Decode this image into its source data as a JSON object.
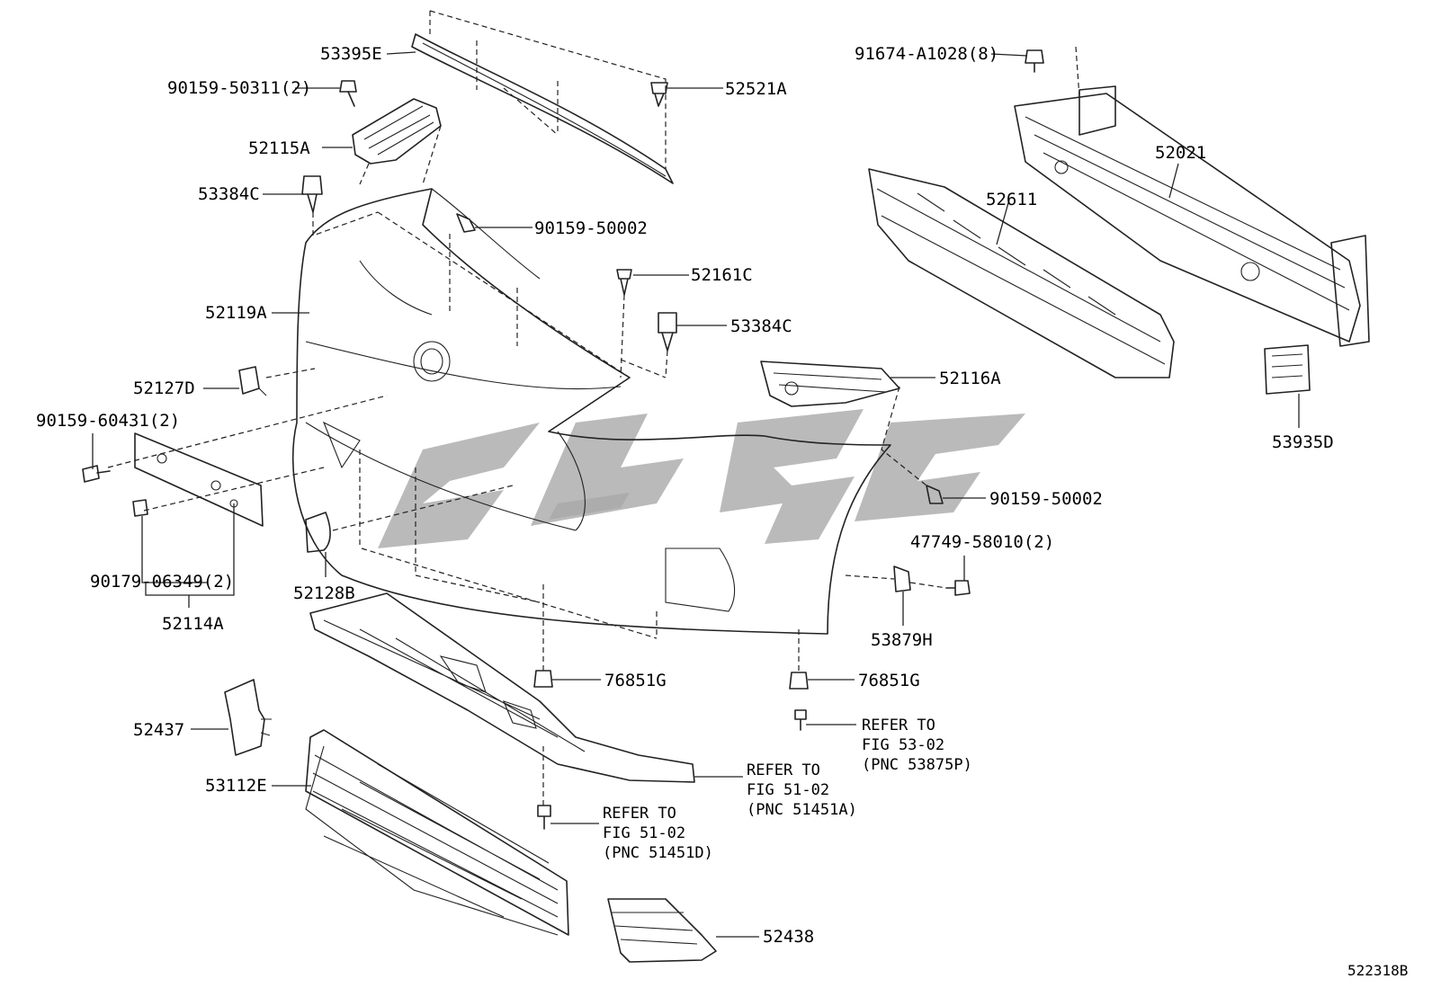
{
  "diagram": {
    "code": "522318B",
    "labels": {
      "p53395E": "53395E",
      "p90159_50311": "90159-50311(2)",
      "p52521A": "52521A",
      "p52115A": "52115A",
      "p53384C_left": "53384C",
      "p90159_50002_top": "90159-50002",
      "p52161C": "52161C",
      "p53384C_right": "53384C",
      "p52119A": "52119A",
      "p52127D": "52127D",
      "p90159_60431": "90159-60431(2)",
      "p90179_06349": "90179-06349(2)",
      "p52114A": "52114A",
      "p52128B": "52128B",
      "p52437": "52437",
      "p53112E": "53112E",
      "p76851G_left": "76851G",
      "p76851G_right": "76851G",
      "p52438": "52438",
      "p91674_A1028": "91674-A1028(8)",
      "p52021": "52021",
      "p52611": "52611",
      "p52116A": "52116A",
      "p53935D": "53935D",
      "p90159_50002_right": "90159-50002",
      "p47749_58010": "47749-58010(2)",
      "p53879H": "53879H"
    },
    "references": {
      "fig5302": [
        "REFER TO",
        "FIG 53-02",
        "(PNC 53875P)"
      ],
      "fig5102a": [
        "REFER TO",
        "FIG 51-02",
        "(PNC 51451A)"
      ],
      "fig5102d": [
        "REFER TO",
        "FIG 51-02",
        "(PNC 51451D)"
      ]
    }
  }
}
